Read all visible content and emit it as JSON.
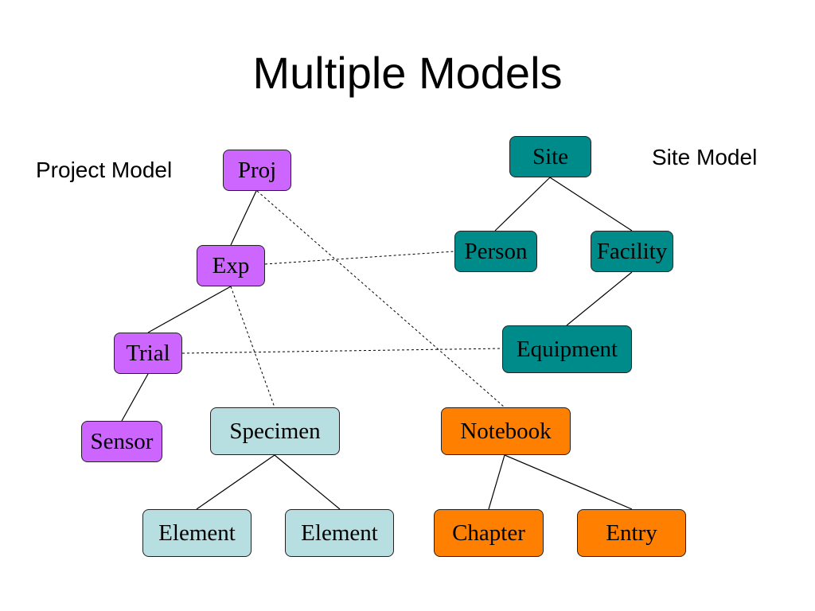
{
  "title": "Multiple Models",
  "labels": {
    "project_model": "Project Model",
    "site_model": "Site Model"
  },
  "colors": {
    "project": "#cc66ff",
    "site": "#008b8b",
    "specimen": "#b7dfe2",
    "notebook": "#ff7f00"
  },
  "nodes": {
    "proj": "Proj",
    "exp": "Exp",
    "trial": "Trial",
    "sensor": "Sensor",
    "site": "Site",
    "person": "Person",
    "facility": "Facility",
    "equipment": "Equipment",
    "specimen": "Specimen",
    "element_1": "Element",
    "element_2": "Element",
    "notebook": "Notebook",
    "chapter": "Chapter",
    "entry": "Entry"
  },
  "links": [
    {
      "from": "proj",
      "to": "exp",
      "style": "solid"
    },
    {
      "from": "exp",
      "to": "trial",
      "style": "solid"
    },
    {
      "from": "trial",
      "to": "sensor",
      "style": "solid"
    },
    {
      "from": "site",
      "to": "person",
      "style": "solid"
    },
    {
      "from": "site",
      "to": "facility",
      "style": "solid"
    },
    {
      "from": "facility",
      "to": "equipment",
      "style": "solid"
    },
    {
      "from": "specimen",
      "to": "element_1",
      "style": "solid"
    },
    {
      "from": "specimen",
      "to": "element_2",
      "style": "solid"
    },
    {
      "from": "notebook",
      "to": "chapter",
      "style": "solid"
    },
    {
      "from": "notebook",
      "to": "entry",
      "style": "solid"
    },
    {
      "from": "proj",
      "to": "notebook",
      "style": "dashed"
    },
    {
      "from": "exp",
      "to": "person",
      "style": "dashed"
    },
    {
      "from": "exp",
      "to": "specimen",
      "style": "dashed"
    },
    {
      "from": "trial",
      "to": "equipment",
      "style": "dashed"
    }
  ]
}
